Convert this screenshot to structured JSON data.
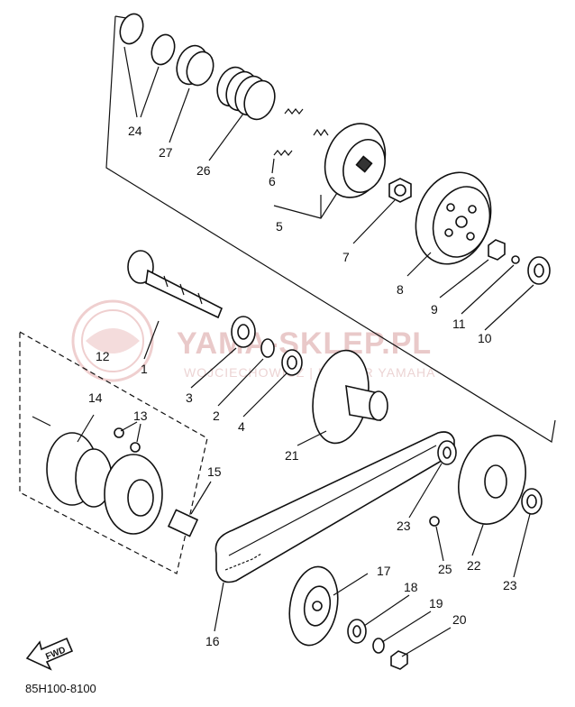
{
  "watermark": {
    "main": "YAMA-SKLEP.PL",
    "sub": "WOJCIECHOWICZ | DEALER YAMAHA"
  },
  "diagram_code": "85H100-8100",
  "fwd_label": "FWD",
  "callouts": [
    {
      "id": "24",
      "label": "24"
    },
    {
      "id": "27",
      "label": "27"
    },
    {
      "id": "26",
      "label": "26"
    },
    {
      "id": "6",
      "label": "6"
    },
    {
      "id": "5",
      "label": "5"
    },
    {
      "id": "7",
      "label": "7"
    },
    {
      "id": "8",
      "label": "8"
    },
    {
      "id": "9",
      "label": "9"
    },
    {
      "id": "11",
      "label": "11"
    },
    {
      "id": "10",
      "label": "10"
    },
    {
      "id": "12",
      "label": "12"
    },
    {
      "id": "1",
      "label": "1"
    },
    {
      "id": "3",
      "label": "3"
    },
    {
      "id": "2",
      "label": "2"
    },
    {
      "id": "4",
      "label": "4"
    },
    {
      "id": "14",
      "label": "14"
    },
    {
      "id": "13",
      "label": "13"
    },
    {
      "id": "21",
      "label": "21"
    },
    {
      "id": "15",
      "label": "15"
    },
    {
      "id": "23a",
      "label": "23"
    },
    {
      "id": "25",
      "label": "25"
    },
    {
      "id": "22",
      "label": "22"
    },
    {
      "id": "23b",
      "label": "23"
    },
    {
      "id": "17",
      "label": "17"
    },
    {
      "id": "18",
      "label": "18"
    },
    {
      "id": "19",
      "label": "19"
    },
    {
      "id": "20",
      "label": "20"
    },
    {
      "id": "16",
      "label": "16"
    }
  ]
}
